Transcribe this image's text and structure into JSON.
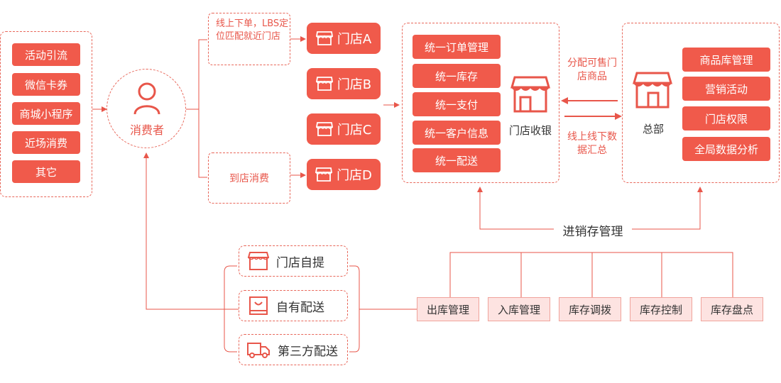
{
  "channels": [
    "活动引流",
    "微信卡券",
    "商城小程序",
    "近场消费",
    "其它"
  ],
  "consumer": {
    "label": "消费者",
    "icon": "user-icon"
  },
  "notes": {
    "online_order": "线上下单，LBS定位匹配就近门店",
    "in_store": "到店消费"
  },
  "stores": [
    "门店A",
    "门店B",
    "门店C",
    "门店D"
  ],
  "unified": [
    "统一订单管理",
    "统一库存",
    "统一支付",
    "统一客户信息",
    "统一配送"
  ],
  "pos": {
    "label": "门店收银",
    "icon": "store-icon"
  },
  "arrows": {
    "allocate": "分配可售门店商品",
    "summary": "线上线下数据汇总"
  },
  "hq": {
    "label": "总部",
    "icon": "store-icon",
    "functions": [
      "商品库管理",
      "营销活动",
      "门店权限",
      "全局数据分析"
    ]
  },
  "inventory": {
    "title": "进销存管理",
    "items": [
      "出库管理",
      "入库管理",
      "库存调拨",
      "库存控制",
      "库存盘点"
    ]
  },
  "delivery": [
    {
      "label": "门店自提",
      "icon": "store-icon"
    },
    {
      "label": "自有配送",
      "icon": "bag-icon"
    },
    {
      "label": "第三方配送",
      "icon": "truck-icon"
    }
  ],
  "colors": {
    "accent": "#f05a4b",
    "line": "#e8675a",
    "pink": "#fde3e1"
  }
}
